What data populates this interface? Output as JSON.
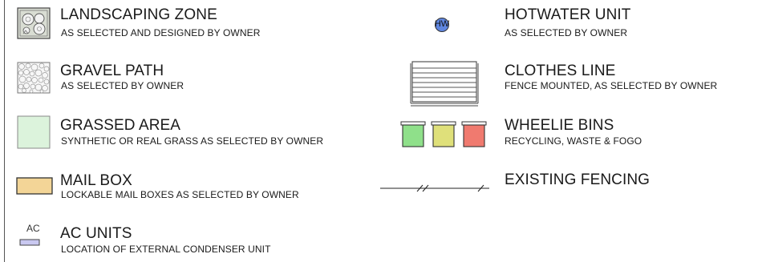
{
  "left_items": [
    {
      "title": "LANDSCAPING ZONE",
      "subtitle": "AS SELECTED AND DESIGNED BY OWNER"
    },
    {
      "title": "GRAVEL PATH",
      "subtitle": "AS SELECTED BY OWNER"
    },
    {
      "title": "GRASSED AREA",
      "subtitle": "SYNTHETIC OR REAL GRASS AS SELECTED BY OWNER"
    },
    {
      "title": "MAIL BOX",
      "subtitle": "LOCKABLE MAIL BOXES AS SELECTED BY OWNER"
    },
    {
      "title": "AC UNITS",
      "subtitle": "LOCATION OF EXTERNAL  CONDENSER UNIT",
      "symbol_text": "AC"
    }
  ],
  "right_items": [
    {
      "title": "HOTWATER UNIT",
      "subtitle": "AS SELECTED BY OWNER",
      "symbol_text": "HW"
    },
    {
      "title": "CLOTHES LINE",
      "subtitle": "FENCE MOUNTED, AS SELECTED BY OWNER"
    },
    {
      "title": "WHEELIE BINS",
      "subtitle": "RECYCLING, WASTE & FOGO"
    },
    {
      "title": "EXISTING FENCING",
      "subtitle": ""
    }
  ],
  "colors": {
    "landscaping_fill": "#d9ddd3",
    "grass_fill": "#dcf3dc",
    "mailbox_fill": "#f3d597",
    "ac_fill": "#c9c8f0",
    "hotwater_fill": "#5f86e0",
    "bin_recycling": "#8fe08a",
    "bin_waste": "#dfe07a",
    "bin_fogo": "#f07a6f"
  },
  "icons": [
    "landscaping-zone-icon",
    "gravel-path-icon",
    "grassed-area-icon",
    "mail-box-icon",
    "ac-unit-icon",
    "hotwater-unit-icon",
    "clothes-line-icon",
    "wheelie-bins-icon",
    "existing-fencing-icon"
  ]
}
